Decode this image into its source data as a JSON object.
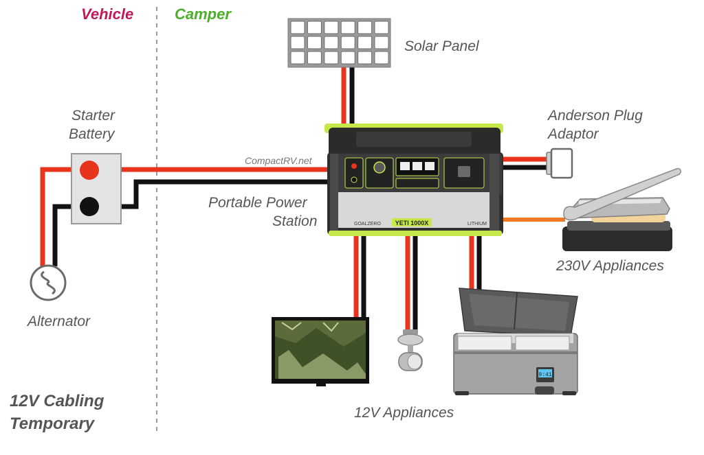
{
  "headers": {
    "vehicle": "Vehicle",
    "camper": "Camper",
    "vehicle_color": "#c2185b",
    "camper_color": "#4caf2a"
  },
  "labels": {
    "solar_panel": "Solar Panel",
    "starter_battery_line1": "Starter",
    "starter_battery_line2": "Battery",
    "anderson_line1": "Anderson Plug",
    "anderson_line2": "Adaptor",
    "power_station_line1": "Portable Power",
    "power_station_line2": "Station",
    "appliances_230v": "230V Appliances",
    "alternator": "Alternator",
    "appliances_12v": "12V Appliances"
  },
  "watermark": "CompactRV.net",
  "footer_note": {
    "line1": "12V Cabling",
    "line2": "Temporary"
  },
  "device": {
    "brand": "GOALZERO",
    "model": "YETI 1000X",
    "chemistry": "LITHIUM"
  },
  "fridge_display": "9:41",
  "wire_colors": {
    "positive": "#e8341c",
    "negative": "#111111",
    "ac": "#f07b22"
  },
  "icons": {
    "battery": "battery-terminals-icon",
    "alternator": "alternator-icon",
    "solar": "solar-panel-icon",
    "anderson": "anderson-plug-icon",
    "power_station": "power-station-icon",
    "sandwich_press": "sandwich-press-icon",
    "tv": "tv-icon",
    "light": "light-icon",
    "fridge": "fridge-icon"
  }
}
